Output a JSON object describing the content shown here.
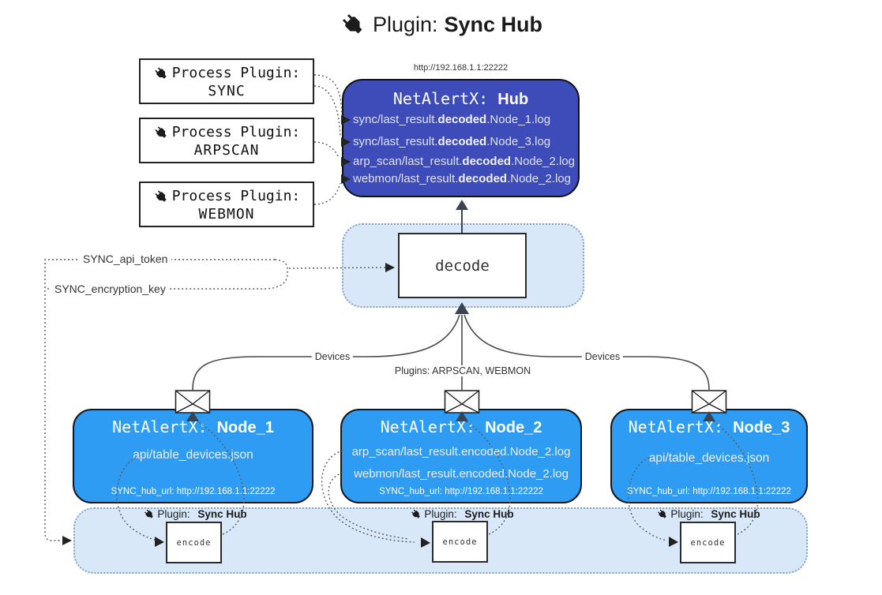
{
  "title": {
    "label": "Plugin:",
    "bold": "Sync Hub"
  },
  "process_plugins": [
    {
      "line1": "Process Plugin:",
      "name": "SYNC"
    },
    {
      "line1": "Process Plugin:",
      "name": "ARPSCAN"
    },
    {
      "line1": "Process Plugin:",
      "name": "WEBMON"
    }
  ],
  "hub": {
    "url": "http://192.168.1.1:22222",
    "name": "NetAlertX:",
    "bold": "Hub",
    "logs": [
      {
        "pre": "sync/last_result.",
        "mid": "decoded",
        "post": ".Node_1.log"
      },
      {
        "pre": "sync/last_result.",
        "mid": "decoded",
        "post": ".Node_3.log"
      },
      {
        "pre": "arp_scan/last_result.",
        "mid": "decoded",
        "post": ".Node_2.log"
      },
      {
        "pre": "webmon/last_result.",
        "mid": "decoded",
        "post": ".Node_2.log"
      }
    ]
  },
  "decode": {
    "label": "decode"
  },
  "keys": {
    "api_token": "SYNC_api_token",
    "encryption_key": "SYNC_encryption_key"
  },
  "edge_labels": {
    "devices_left": "Devices",
    "devices_right": "Devices",
    "plugins": "Plugins: ARPSCAN, WEBMON"
  },
  "nodes": [
    {
      "name": "NetAlertX:",
      "bold": "Node_1",
      "files": [
        "api/table_devices.json"
      ],
      "hub_url": "SYNC_hub_url: http://192.168.1.1:22222"
    },
    {
      "name": "NetAlertX:",
      "bold": "Node_2",
      "files": [
        "arp_scan/last_result.encoded.Node_2.log",
        "webmon/last_result.encoded.Node_2.log"
      ],
      "hub_url": "SYNC_hub_url: http://192.168.1.1:22222"
    },
    {
      "name": "NetAlertX:",
      "bold": "Node_3",
      "files": [
        "api/table_devices.json"
      ],
      "hub_url": "SYNC_hub_url: http://192.168.1.1:22222"
    }
  ],
  "encoders": [
    {
      "label": "Plugin:",
      "bold": "Sync Hub",
      "box": "encode"
    },
    {
      "label": "Plugin:",
      "bold": "Sync Hub",
      "box": "encode"
    },
    {
      "label": "Plugin:",
      "bold": "Sync Hub",
      "box": "encode"
    }
  ],
  "colors": {
    "hub_fill": "#3e4cba",
    "node_fill": "#2f9cf4",
    "panel_fill": "#d9e8f9",
    "panel_border": "#8ca4c4",
    "line": "#4a4a4a",
    "arrow": "#222222",
    "big_arrow": "#3a4554"
  }
}
